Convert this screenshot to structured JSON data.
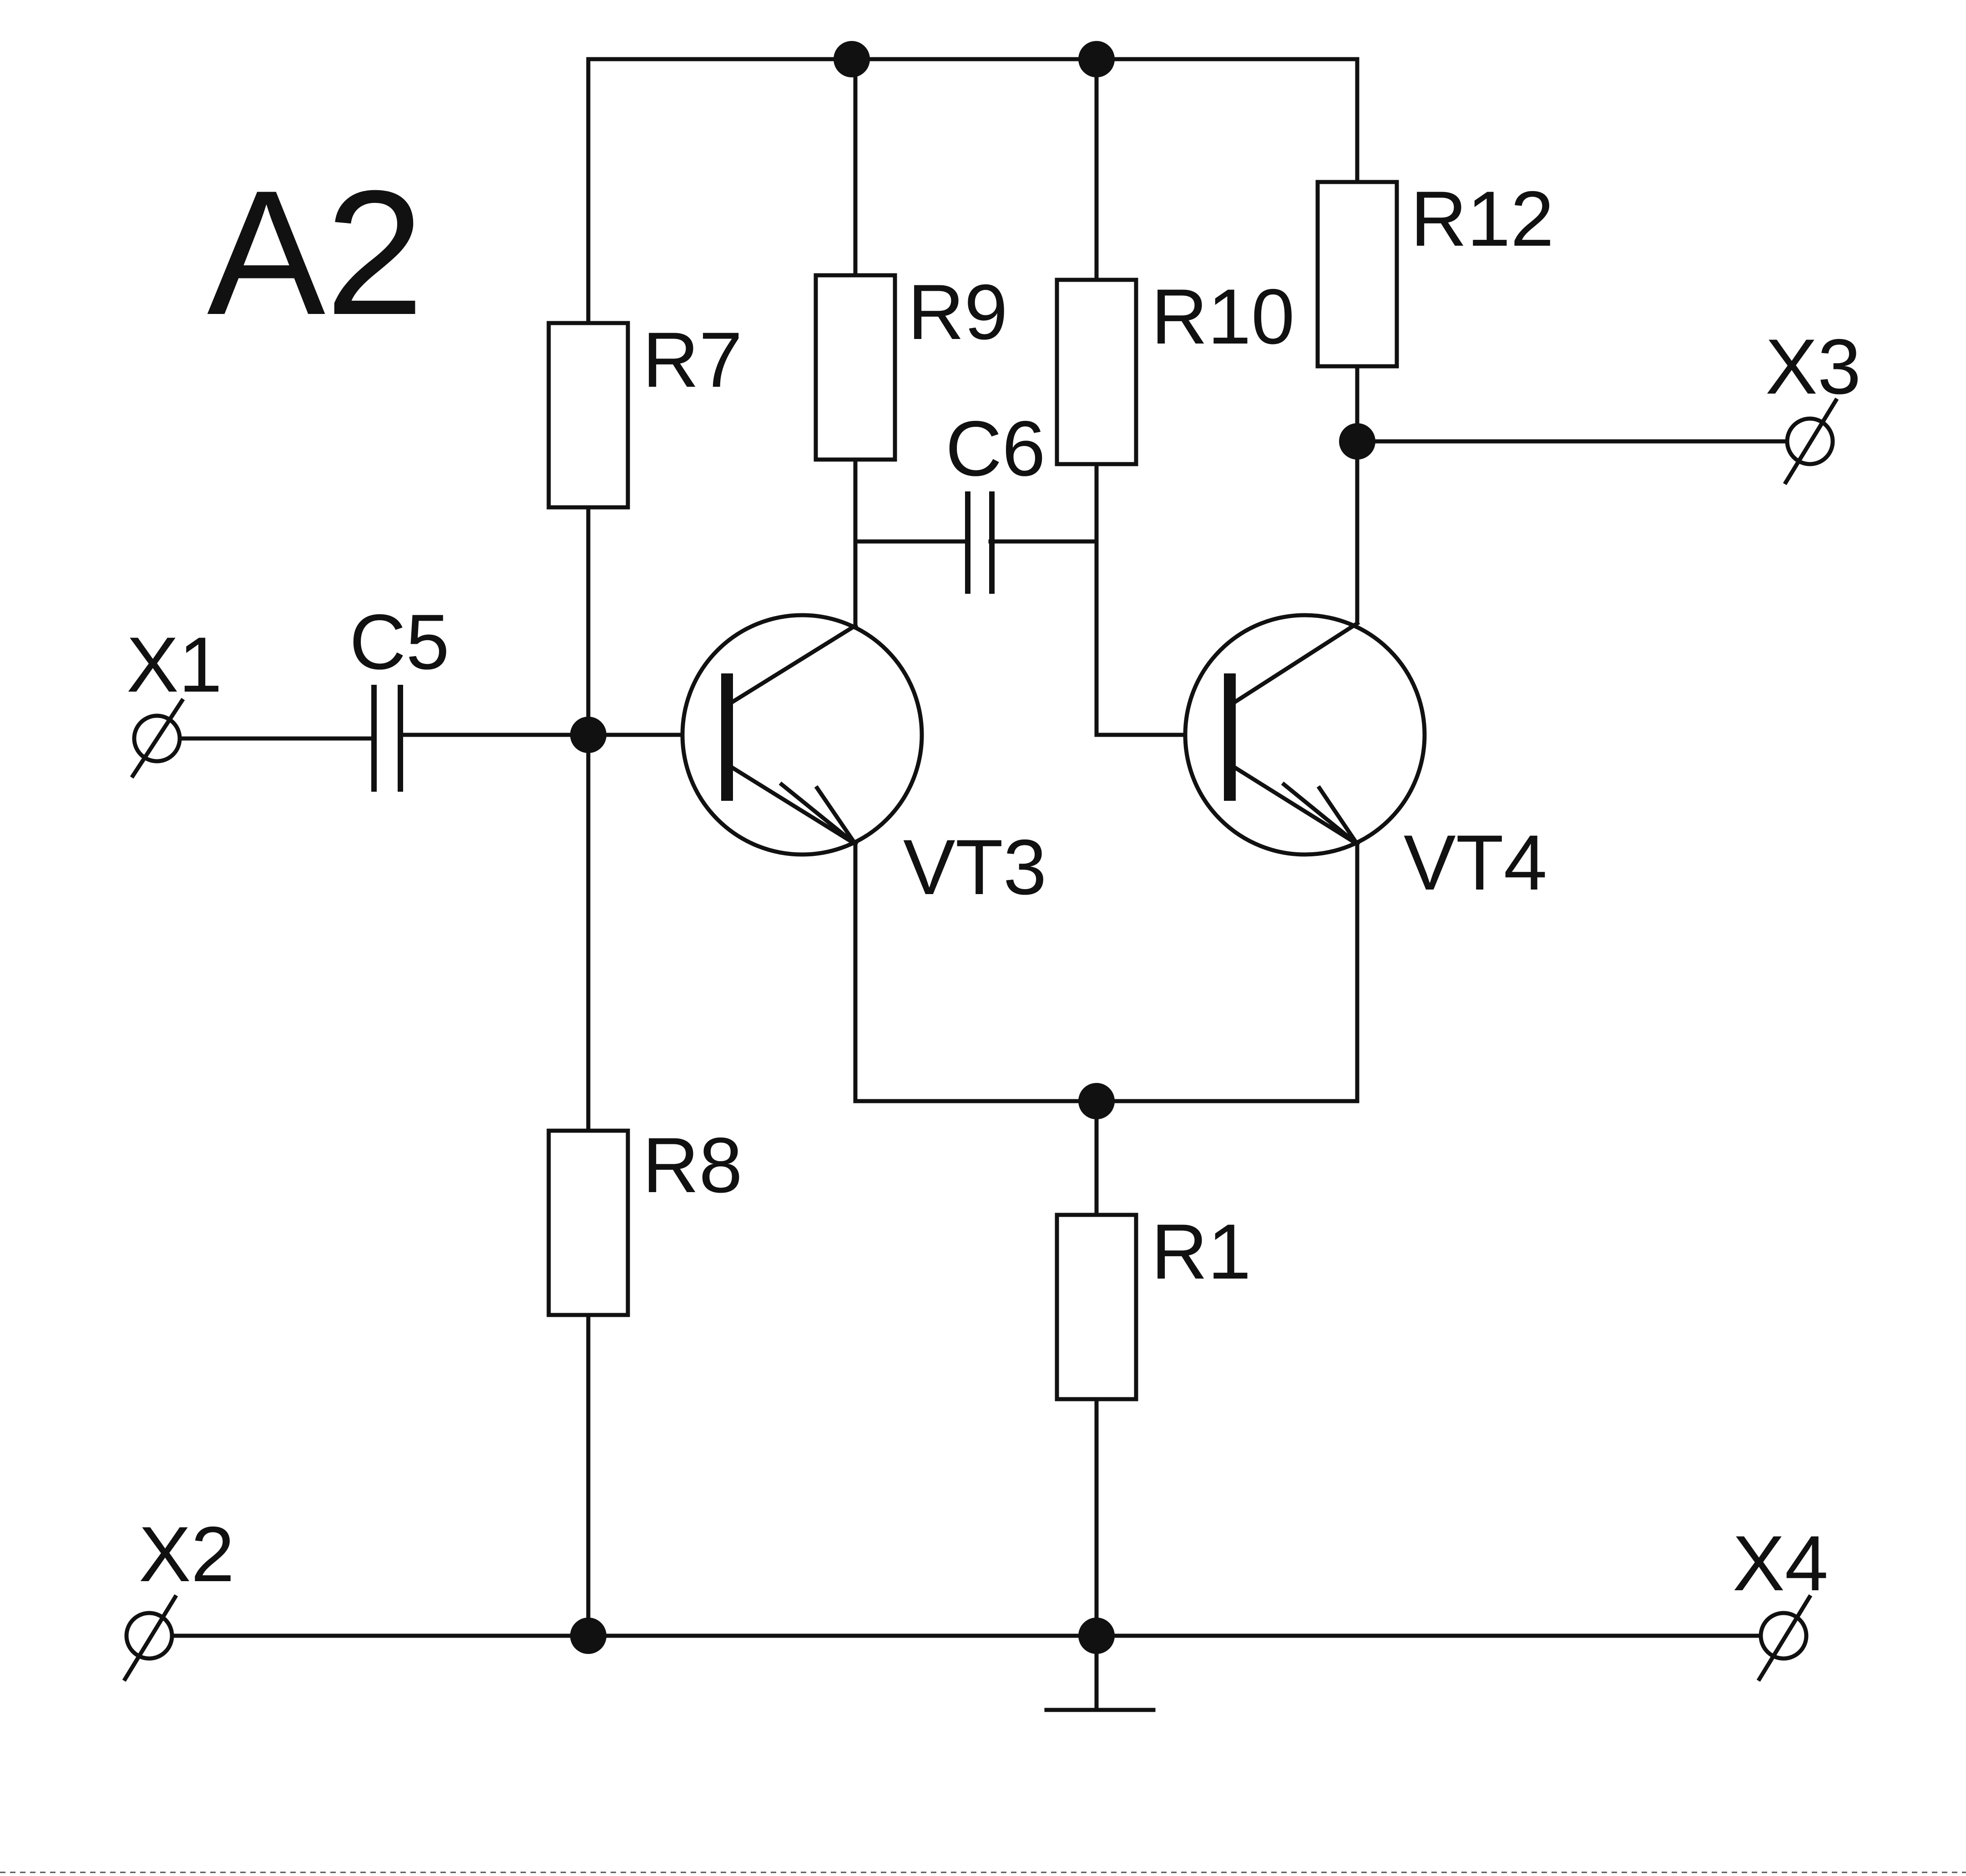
{
  "diagram": {
    "title": "A2",
    "resistors": {
      "r7": "R7",
      "r8": "R8",
      "r9": "R9",
      "r10": "R10",
      "r12": "R12",
      "r1": "R1"
    },
    "capacitors": {
      "c5": "C5",
      "c6": "C6"
    },
    "transistors": {
      "vt3": "VT3",
      "vt4": "VT4"
    },
    "terminals": {
      "x1": "X1",
      "x2": "X2",
      "x3": "X3",
      "x4": "X4"
    },
    "colors": {
      "line": "#111111",
      "background": "#ffffff"
    }
  }
}
